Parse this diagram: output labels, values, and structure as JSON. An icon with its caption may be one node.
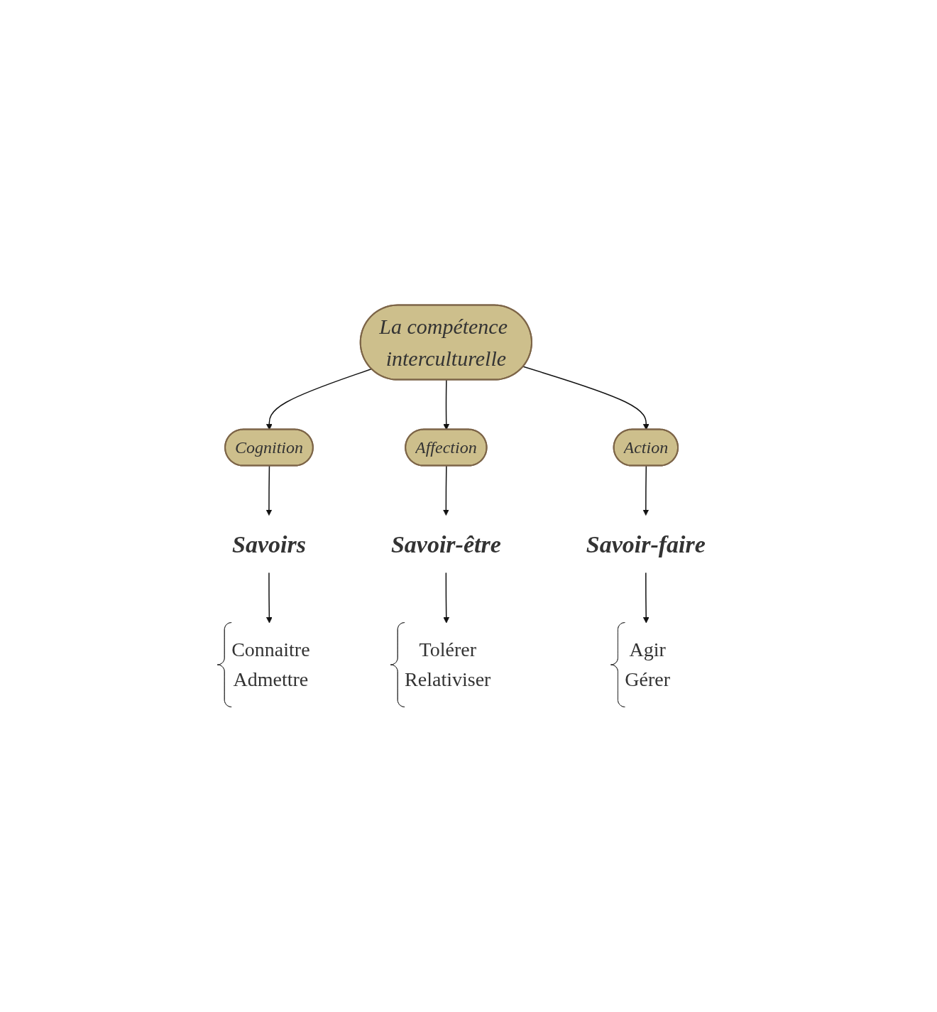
{
  "diagram": {
    "nodes": [
      {
        "text": [
          "La compétence interculturelle"
        ]
      },
      {
        "text": [
          "Cognition"
        ]
      },
      {
        "text": [
          "Affection"
        ]
      },
      {
        "text": [
          "Action"
        ]
      },
      {
        "text": [
          "Savoirs"
        ]
      },
      {
        "text": [
          "Savoir-être"
        ]
      },
      {
        "text": [
          "Savoir-faire"
        ]
      },
      {
        "text": [
          "Connaitre",
          "Admettre"
        ]
      },
      {
        "text": [
          "Tolérer",
          "Relativiser"
        ]
      },
      {
        "text": [
          "Agir",
          "Gérer"
        ]
      }
    ],
    "edges": [
      {
        "from": 0,
        "to": 1,
        "arrow": "to"
      },
      {
        "from": 0,
        "to": 2,
        "arrow": "to"
      },
      {
        "from": 0,
        "to": 3,
        "arrow": "to"
      },
      {
        "from": 1,
        "to": 4,
        "arrow": "to"
      },
      {
        "from": 2,
        "to": 5,
        "arrow": "to"
      },
      {
        "from": 3,
        "to": 6,
        "arrow": "to"
      },
      {
        "from": 4,
        "to": 7,
        "arrow": "to"
      },
      {
        "from": 5,
        "to": 8,
        "arrow": "to"
      },
      {
        "from": 6,
        "to": 9,
        "arrow": "to"
      }
    ]
  }
}
